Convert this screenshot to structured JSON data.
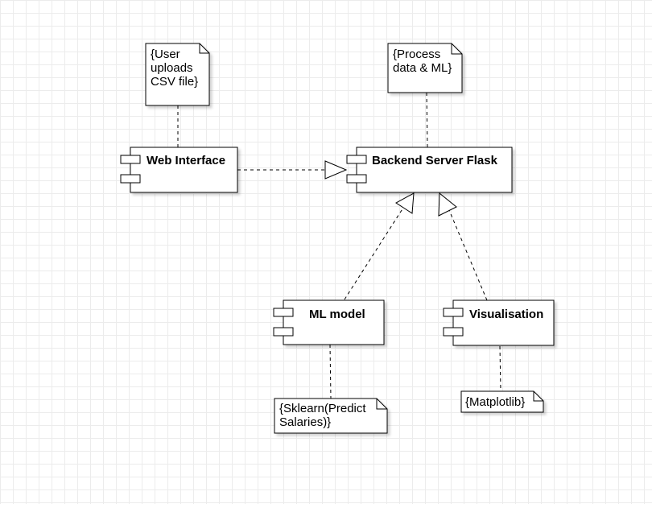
{
  "diagram": {
    "components": {
      "web_interface": "Web Interface",
      "backend": "Backend Server Flask",
      "ml_model": "ML model",
      "visualisation": "Visualisation"
    },
    "notes": {
      "user_uploads": [
        "{User",
        "uploads",
        "CSV file}"
      ],
      "process": [
        "{Process",
        "data & ML}"
      ],
      "sklearn": [
        "{Sklearn(Predict",
        "Salaries)}"
      ],
      "matplotlib": [
        "{Matplotlib}"
      ]
    },
    "colors": {
      "stroke": "#000000",
      "fill": "#ffffff",
      "shadow": "#d9d9d9",
      "grid": "#ececec"
    }
  }
}
